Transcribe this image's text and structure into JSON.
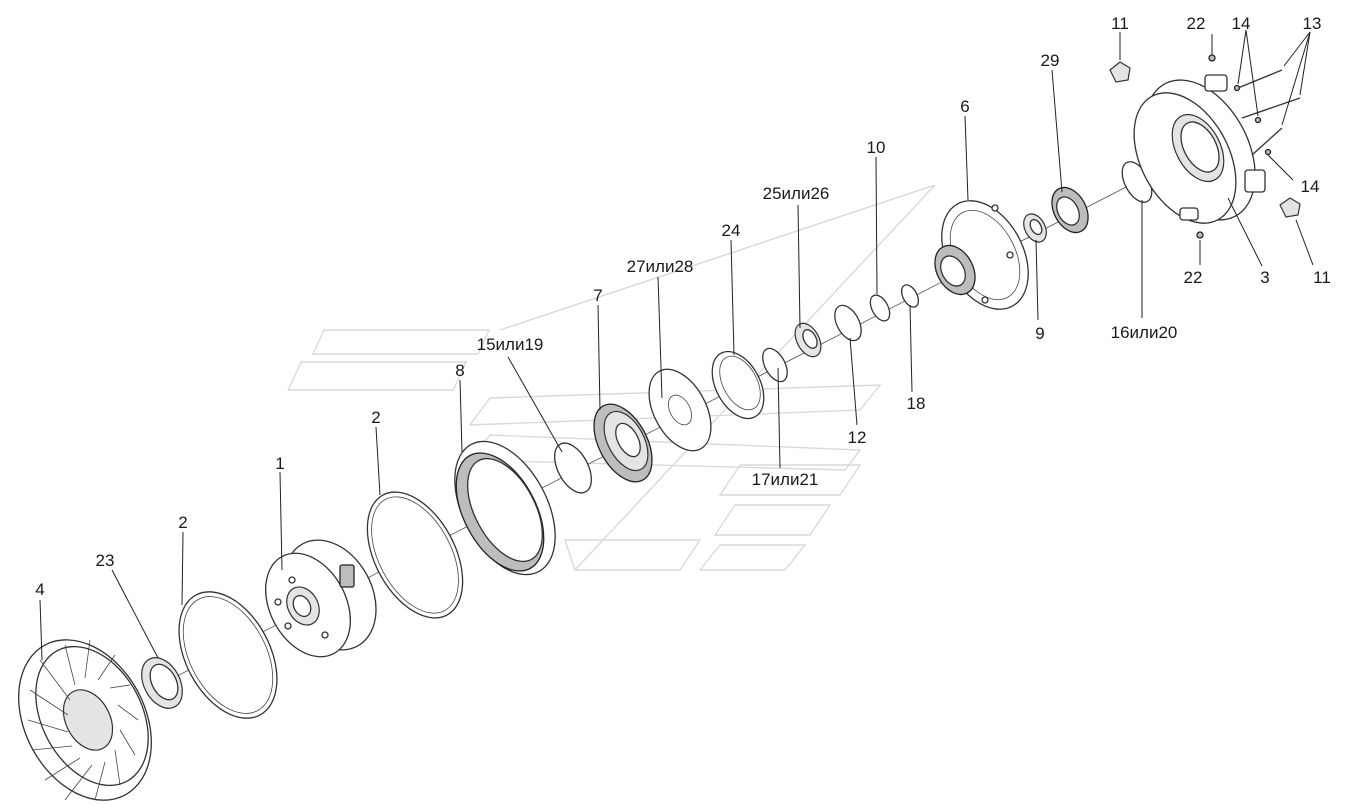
{
  "callouts": [
    {
      "id": "c1",
      "text": "1"
    },
    {
      "id": "c2a",
      "text": "2"
    },
    {
      "id": "c2b",
      "text": "2"
    },
    {
      "id": "c3",
      "text": "3"
    },
    {
      "id": "c4",
      "text": "4"
    },
    {
      "id": "c6",
      "text": "6"
    },
    {
      "id": "c7",
      "text": "7"
    },
    {
      "id": "c8",
      "text": "8"
    },
    {
      "id": "c9",
      "text": "9"
    },
    {
      "id": "c10",
      "text": "10"
    },
    {
      "id": "c11a",
      "text": "11"
    },
    {
      "id": "c11b",
      "text": "11"
    },
    {
      "id": "c12",
      "text": "12"
    },
    {
      "id": "c13",
      "text": "13"
    },
    {
      "id": "c14a",
      "text": "14"
    },
    {
      "id": "c14b",
      "text": "14"
    },
    {
      "id": "c15",
      "text": "15или19"
    },
    {
      "id": "c16",
      "text": "16или20"
    },
    {
      "id": "c17",
      "text": "17или21"
    },
    {
      "id": "c18",
      "text": "18"
    },
    {
      "id": "c22a",
      "text": "22"
    },
    {
      "id": "c22b",
      "text": "22"
    },
    {
      "id": "c23",
      "text": "23"
    },
    {
      "id": "c24",
      "text": "24"
    },
    {
      "id": "c25",
      "text": "25или26"
    },
    {
      "id": "c27",
      "text": "27или28"
    },
    {
      "id": "c29",
      "text": "29"
    }
  ]
}
